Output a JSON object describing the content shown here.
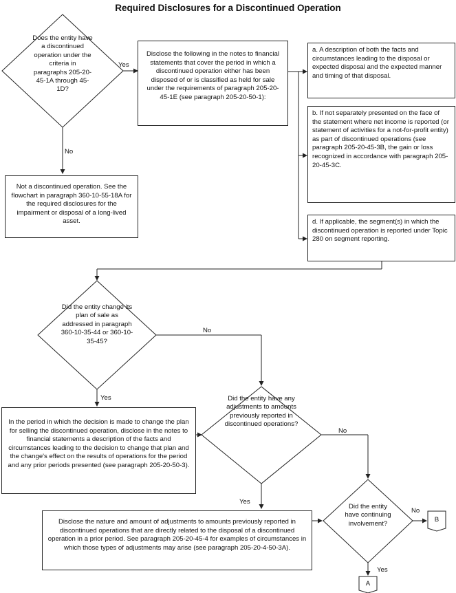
{
  "title": "Required Disclosures for a Discontinued Operation",
  "decisions": {
    "d1": "Does the entity have a discontinued operation under the criteria in paragraphs 205-20-45-1A through 45-1D?",
    "d2": "Did the entity change its plan of sale as addressed in paragraph 360-10-35-44 or 360-10-35-45?",
    "d3": "Did the entity have any adjustments to amounts previously reported in discontinued operations?",
    "d4": "Did the entity have continuing involvement?"
  },
  "boxes": {
    "disclose_main": "Disclose the following in the notes to financial statements that cover the period in which a discontinued operation either has been disposed of or is classified as held for sale under the requirements of paragraph 205-20-45-1E (see paragraph 205-20-50-1):",
    "item_a": "a. A description of both the facts and circumstances leading to the disposal or expected disposal and the expected manner and timing of that disposal.",
    "item_b": "b. If not separately presented on the face of the statement where net income is reported (or statement of activities for a not-for-profit entity) as part of discontinued operations (see paragraph 205-20-45-3B, the gain or loss recognized in accordance with paragraph 205-20-45-3C.",
    "item_d": "d. If applicable, the segment(s) in which the discontinued operation is reported under Topic 280 on segment reporting.",
    "not_discontinued": "Not a discontinued operation. See the flowchart in paragraph 360-10-55-18A for the required disclosures for the impairment or disposal of a long-lived asset.",
    "change_plan": "In the period in which the decision is made to change the plan for selling the discontinued operation, disclose in the notes to financial statements a description of the facts and circumstances leading to the decision to change that plan and the change's effect on the results of operations for the period and any prior periods presented (see paragraph 205-20-50-3).",
    "adjustments": "Disclose the nature and amount of adjustments to amounts previously reported in discontinued operations that are directly related to the disposal of a discontinued operation in a prior period. See paragraph 205-20-45-4 for examples of circumstances in which those types of adjustments may arise (see paragraph 205-20-4-50-3A)."
  },
  "labels": {
    "d1_yes": "Yes",
    "d1_no": "No",
    "d2_no": "No",
    "d2_yes": "Yes",
    "d3_no": "No",
    "d3_yes": "Yes",
    "d4_no": "No",
    "d4_yes": "Yes"
  },
  "connectors": {
    "b": "B",
    "a": "A"
  }
}
